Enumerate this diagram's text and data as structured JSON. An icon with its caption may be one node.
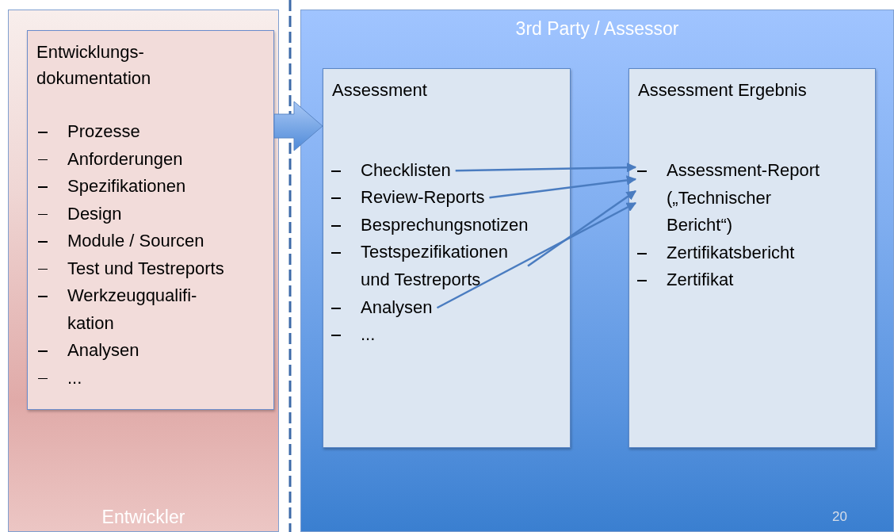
{
  "diagram": {
    "nodes": [
      {
        "text": [
          "Entwickler"
        ]
      },
      {
        "text": [
          "Entwicklungs- dokumentation",
          "Prozesse",
          "Anforderungen",
          "Spezifikationen",
          "Design",
          "Module / Sourcen",
          "Test und Testreports",
          "Werkzeugqualifi- kation",
          "Analysen",
          "..."
        ],
        "in": 0
      },
      {
        "text": [
          "3rd Party / Assessor"
        ]
      },
      {
        "text": [
          "Assessment"
        ],
        "in": 2
      },
      {
        "text": [
          "Checklisten"
        ],
        "in": 3
      },
      {
        "text": [
          "Review-Reports"
        ],
        "in": 3
      },
      {
        "text": [
          "Besprechungsnotizen"
        ],
        "in": 3
      },
      {
        "text": [
          "Testspezifikationen und Testreports"
        ],
        "in": 3
      },
      {
        "text": [
          "Analysen"
        ],
        "in": 3
      },
      {
        "text": [
          "..."
        ],
        "in": 3
      },
      {
        "text": [
          "Assessment Ergebnis"
        ],
        "in": 2
      },
      {
        "text": [
          "Assessment-Report („Technischer Bericht“)"
        ],
        "in": 10
      },
      {
        "text": [
          "Zertifikatsbericht"
        ],
        "in": 10
      },
      {
        "text": [
          "Zertifikat"
        ],
        "in": 10
      }
    ],
    "edges": [
      {
        "from": 1,
        "to": 3,
        "arrow": "to",
        "style": "thick"
      },
      {
        "from": 4,
        "to": 11,
        "arrow": "to"
      },
      {
        "from": 5,
        "to": 11,
        "arrow": "to"
      },
      {
        "from": 7,
        "to": 11,
        "arrow": "to"
      },
      {
        "from": 8,
        "to": 11,
        "arrow": "to"
      }
    ],
    "labels": [
      "20"
    ]
  }
}
